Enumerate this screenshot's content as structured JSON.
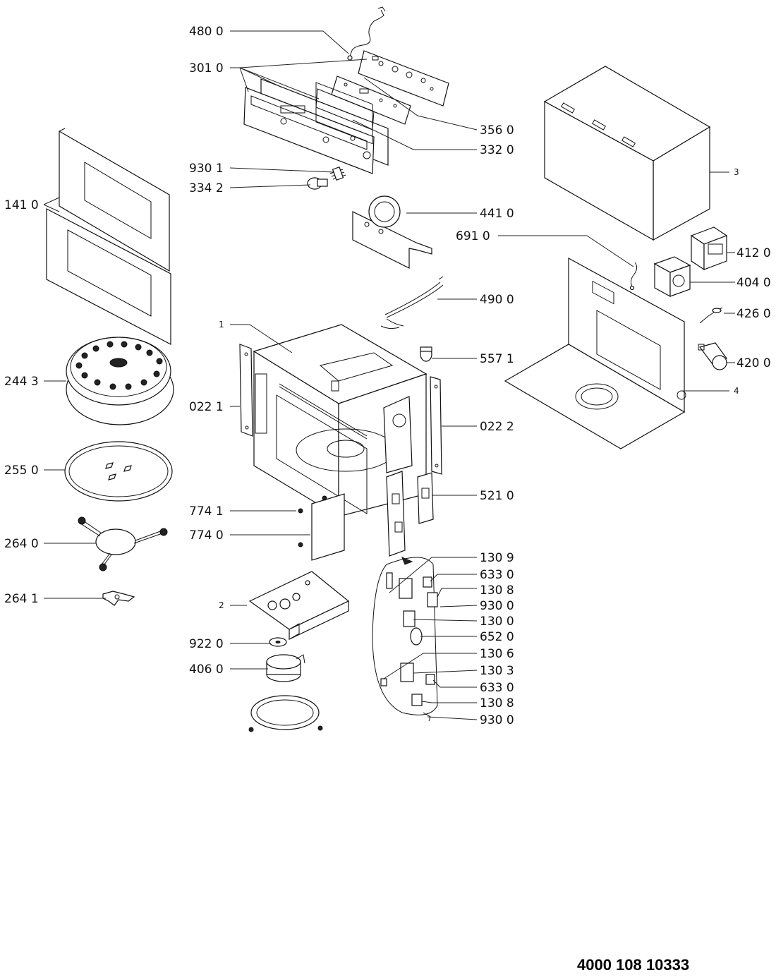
{
  "document_number": "4000 108 10333",
  "labels": {
    "l480_0": "480 0",
    "l301_0": "301 0",
    "l356_0": "356 0",
    "l332_0": "332 0",
    "l930_1": "930 1",
    "l334_2": "334 2",
    "l141_0": "141 0",
    "l441_0": "441 0",
    "l691_0": "691 0",
    "l490_0": "490 0",
    "l1": "1",
    "l557_1": "557 1",
    "l244_3": "244 3",
    "l022_1": "022 1",
    "l022_2": "022 2",
    "l255_0": "255 0",
    "l521_0": "521 0",
    "l774_1": "774 1",
    "l774_0": "774 0",
    "l264_0": "264 0",
    "l264_1": "264 1",
    "l2": "2",
    "l922_0": "922 0",
    "l406_0": "406 0",
    "l130_9": "130 9",
    "l633_0a": "633 0",
    "l130_8a": "130 8",
    "l930_0a": "930 0",
    "l130_0": "130 0",
    "l652_0": "652 0",
    "l130_6": "130 6",
    "l130_3": "130 3",
    "l633_0b": "633 0",
    "l130_8b": "130 8",
    "l930_0b": "930 0",
    "l3": "3",
    "l412_0": "412 0",
    "l404_0": "404 0",
    "l426_0": "426 0",
    "l420_0": "420 0",
    "l4": "4"
  }
}
